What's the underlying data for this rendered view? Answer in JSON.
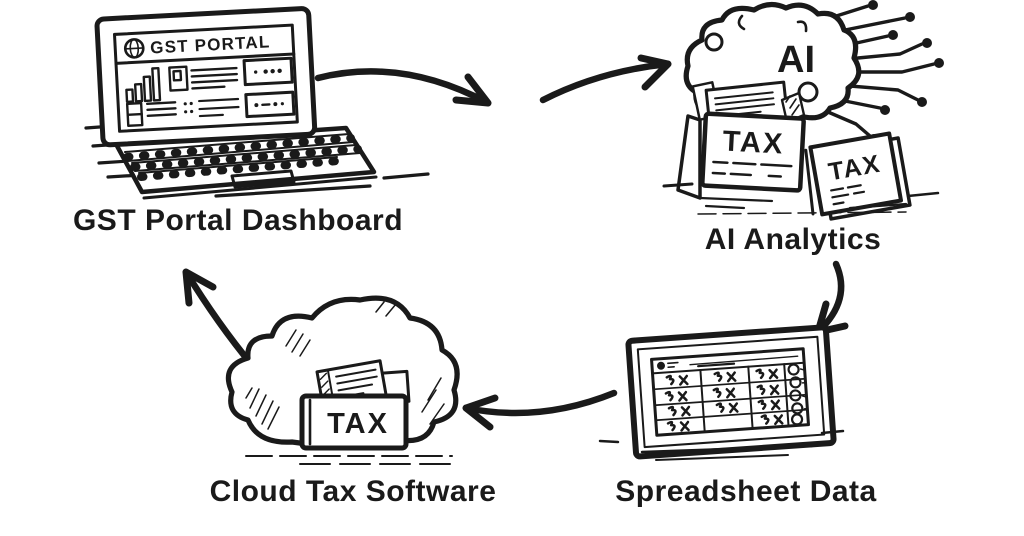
{
  "colors": {
    "ink": "#1a1a1a",
    "background": "#ffffff"
  },
  "nodes": {
    "gst_portal": {
      "label": "GST Portal Dashboard",
      "screen_title": "GST PORTAL"
    },
    "ai_analytics": {
      "label": "AI Analytics",
      "brain_text": "AI",
      "folder_label": "TAX",
      "document_label": "TAX"
    },
    "spreadsheet": {
      "label": "Spreadsheet Data"
    },
    "cloud_tax": {
      "label": "Cloud Tax Software",
      "folder_label": "TAX"
    }
  },
  "arrows": [
    {
      "from": "GST Portal Dashboard",
      "to": "AI Analytics"
    },
    {
      "from": "AI Analytics",
      "to": "Spreadsheet Data"
    },
    {
      "from": "Spreadsheet Data",
      "to": "Cloud Tax Software"
    },
    {
      "from": "Cloud Tax Software",
      "to": "GST Portal Dashboard"
    }
  ]
}
